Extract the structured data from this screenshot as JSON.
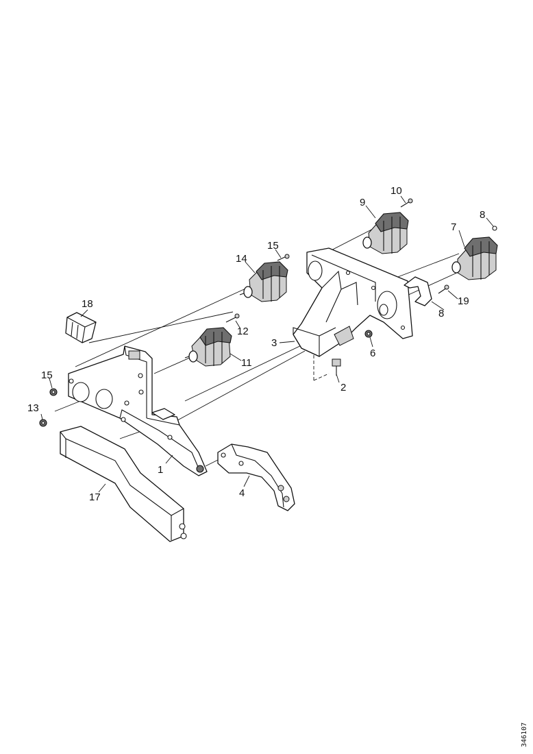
{
  "diagram": {
    "callouts": {
      "c1": "1",
      "c2": "2",
      "c3": "3",
      "c4": "4",
      "c6": "6",
      "c7": "7",
      "c8a": "8",
      "c8b": "8",
      "c9": "9",
      "c10": "10",
      "c11": "11",
      "c12": "12",
      "c13": "13",
      "c14": "14",
      "c15a": "15",
      "c15b": "15",
      "c17": "17",
      "c18": "18",
      "c19": "19"
    },
    "reference_number": "346107"
  }
}
